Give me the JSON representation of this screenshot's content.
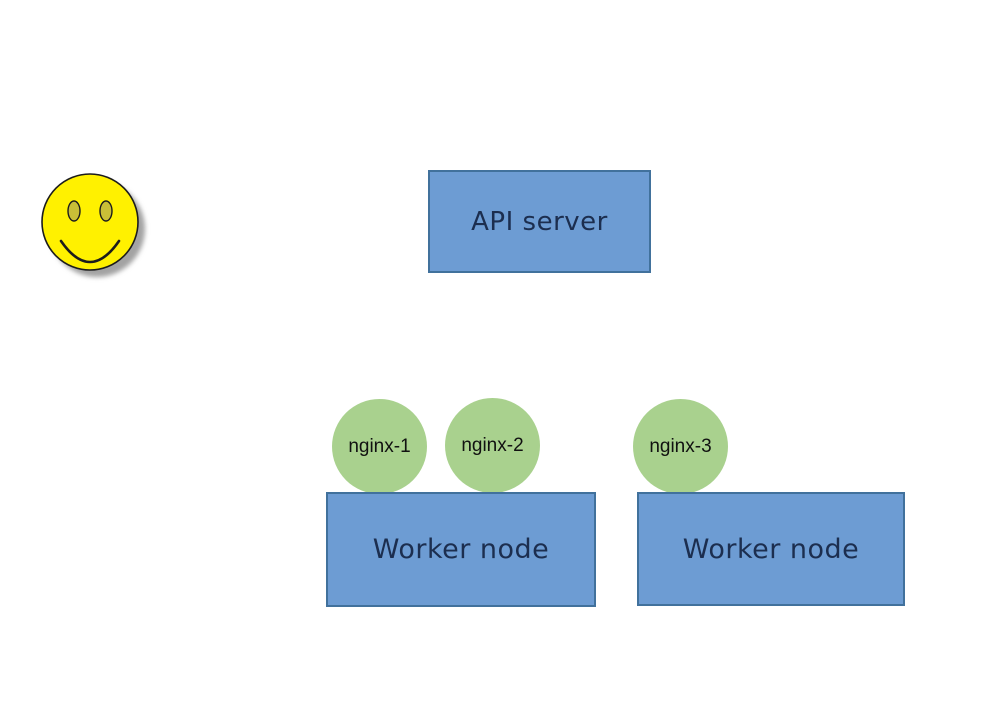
{
  "diagram": {
    "title": "kubernetes-pods-architecture",
    "api_server": {
      "label": "API server"
    },
    "worker_nodes": [
      {
        "label": "Worker node"
      },
      {
        "label": "Worker node"
      }
    ],
    "nginx_pods": [
      {
        "label": "nginx-1"
      },
      {
        "label": "nginx-2"
      },
      {
        "label": "nginx-3"
      }
    ],
    "smiley": {
      "description": "yellow smiley face with drop shadow"
    },
    "colors": {
      "canvas_bg": "#ffffff",
      "box_fill": "#6D9CD3",
      "box_border": "#41719C",
      "label_text": "#1C2E4F",
      "pod_fill": "#A9D18E",
      "pod_text": "#111111",
      "smiley_fill": "#FFF100",
      "smiley_eye_fill": "#C9BF37",
      "smiley_outline": "#1c1c1c",
      "smiley_shadow": "#a3a3a3"
    }
  }
}
